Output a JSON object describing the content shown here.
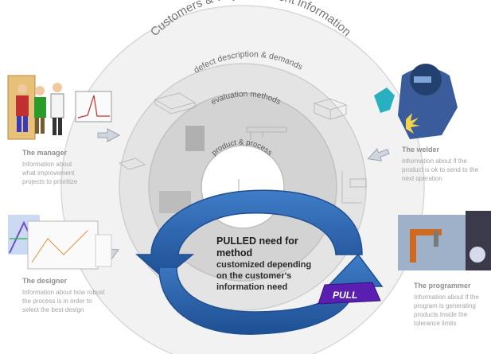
{
  "rings": {
    "outer_label": "Customers & way to present information",
    "middle_label": "defect description & demands",
    "inner_label": "evaluation methods",
    "core_label": "product & process"
  },
  "roles": {
    "manager": {
      "title": "The manager",
      "description": [
        "Information about",
        "what improvement",
        "projects to prioritize"
      ]
    },
    "welder": {
      "title": "The welder",
      "description": [
        "Information about if the",
        "product is ok to send to the",
        "next operation"
      ]
    },
    "designer": {
      "title": "The designer",
      "description": [
        "Information about how robust",
        "the process is in order to",
        "select the best design"
      ]
    },
    "programmer": {
      "title": "The programmer",
      "description": [
        "Information about if the",
        "program is generating",
        "products inside the",
        "tolerance limits"
      ]
    }
  },
  "callout": {
    "headline": [
      "PULLED need for",
      "method"
    ],
    "body": [
      "customized depending",
      "on the customer's",
      "information need"
    ]
  },
  "pull_badge": "PULL",
  "colors": {
    "ring_outer": "#f0f0f0",
    "ring_middle": "#e2e2e2",
    "ring_inner": "#d0d0d0",
    "core": "#ffffff",
    "arrow_blue": "#2f6ab6",
    "arrow_blue_dark": "#1f4f93",
    "pull_purple": "#5a1fb0"
  }
}
